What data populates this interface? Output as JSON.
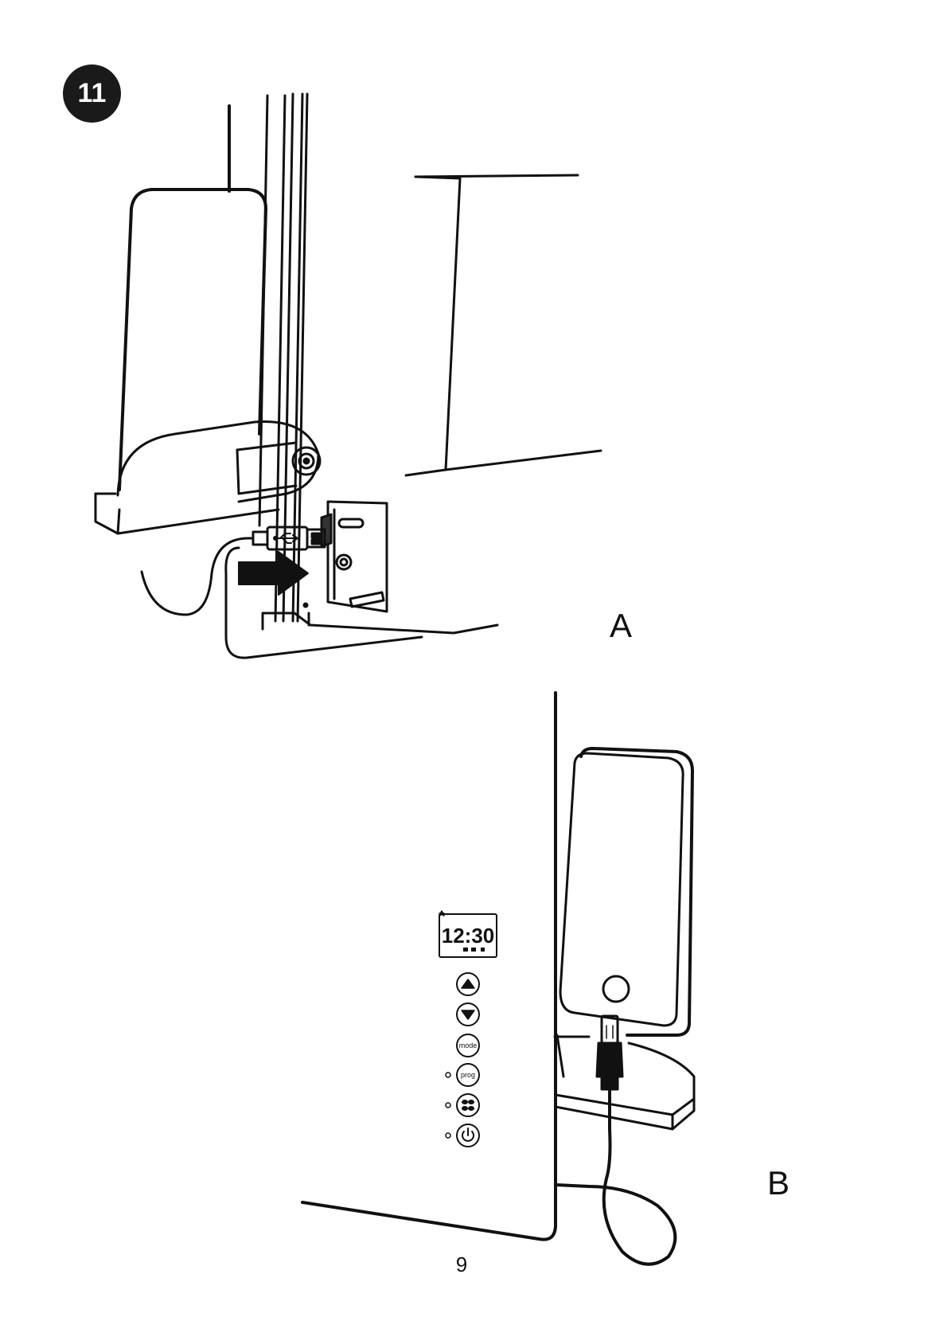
{
  "step": {
    "number": "11"
  },
  "figures": {
    "a": {
      "label": "A"
    },
    "b": {
      "label": "B",
      "display": {
        "time": "12:30"
      },
      "buttons": [
        {
          "name": "up",
          "icon": "triangle-up-icon"
        },
        {
          "name": "down",
          "icon": "triangle-down-icon"
        },
        {
          "name": "mode",
          "text": "mode"
        },
        {
          "name": "prog",
          "text": "prog"
        },
        {
          "name": "fan",
          "icon": "fan-icon"
        },
        {
          "name": "power",
          "icon": "power-icon"
        }
      ]
    }
  },
  "page": {
    "number": "9"
  }
}
